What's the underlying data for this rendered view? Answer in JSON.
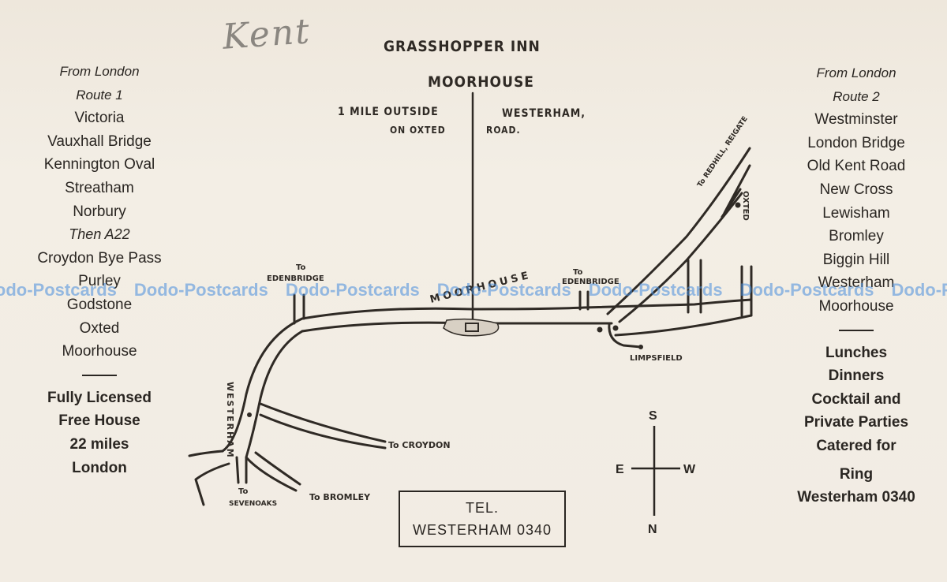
{
  "card": {
    "scrawl": "Kent",
    "title_line1": "GRASSHOPPER INN",
    "title_line2": "MOORHOUSE",
    "directions": {
      "a": "1 MILE OUTSIDE",
      "b": "WESTERHAM,",
      "c": "ON OXTED",
      "d": "ROAD."
    }
  },
  "left_column": {
    "heading1": "From London",
    "heading2": "Route 1",
    "stops": [
      "Victoria",
      "Vauxhall Bridge",
      "Kennington Oval",
      "Streatham",
      "Norbury"
    ],
    "then": "Then A22",
    "stops2": [
      "Croydon Bye Pass",
      "Purley",
      "Godstone",
      "Oxted",
      "Moorhouse"
    ],
    "info": [
      "Fully Licensed",
      "Free House",
      "22 miles",
      "London"
    ]
  },
  "right_column": {
    "heading1": "From London",
    "heading2": "Route 2",
    "stops": [
      "Westminster",
      "London Bridge",
      "Old Kent Road",
      "New Cross",
      "Lewisham",
      "Bromley",
      "Biggin Hill",
      "Westerham",
      "Moorhouse"
    ],
    "services": [
      "Lunches",
      "Dinners",
      "Cocktail and",
      "Private Parties",
      "Catered for"
    ],
    "ring": [
      "Ring",
      "Westerham 0340"
    ]
  },
  "tel_box": {
    "line1": "TEL.",
    "line2": "WESTERHAM  0340"
  },
  "map_labels": {
    "to_edenbridge_left_1": "To",
    "to_edenbridge_left_2": "EDENBRIDGE",
    "to_edenbridge_right_1": "To",
    "to_edenbridge_right_2": "EDENBRIDGE",
    "moorhouse_road": "MOORHOUSE",
    "to_redhill_reigate": "To REDHILL, REIGATE",
    "oxted": "OXTED",
    "limpsfield": "LIMPSFIELD",
    "westerham": "WESTERHAM",
    "to_croydon": "To CROYDON",
    "to_bromley": "To BROMLEY",
    "to_sevenoaks_1": "To",
    "to_sevenoaks_2": "SEVENOAKS"
  },
  "compass": {
    "top": "S",
    "bottom": "N",
    "left": "E",
    "right": "W"
  },
  "watermark": "Dodo-Postcards",
  "colors": {
    "paper": "#f1ebe1",
    "ink": "#2a2622",
    "watermark": "#468cdc"
  }
}
